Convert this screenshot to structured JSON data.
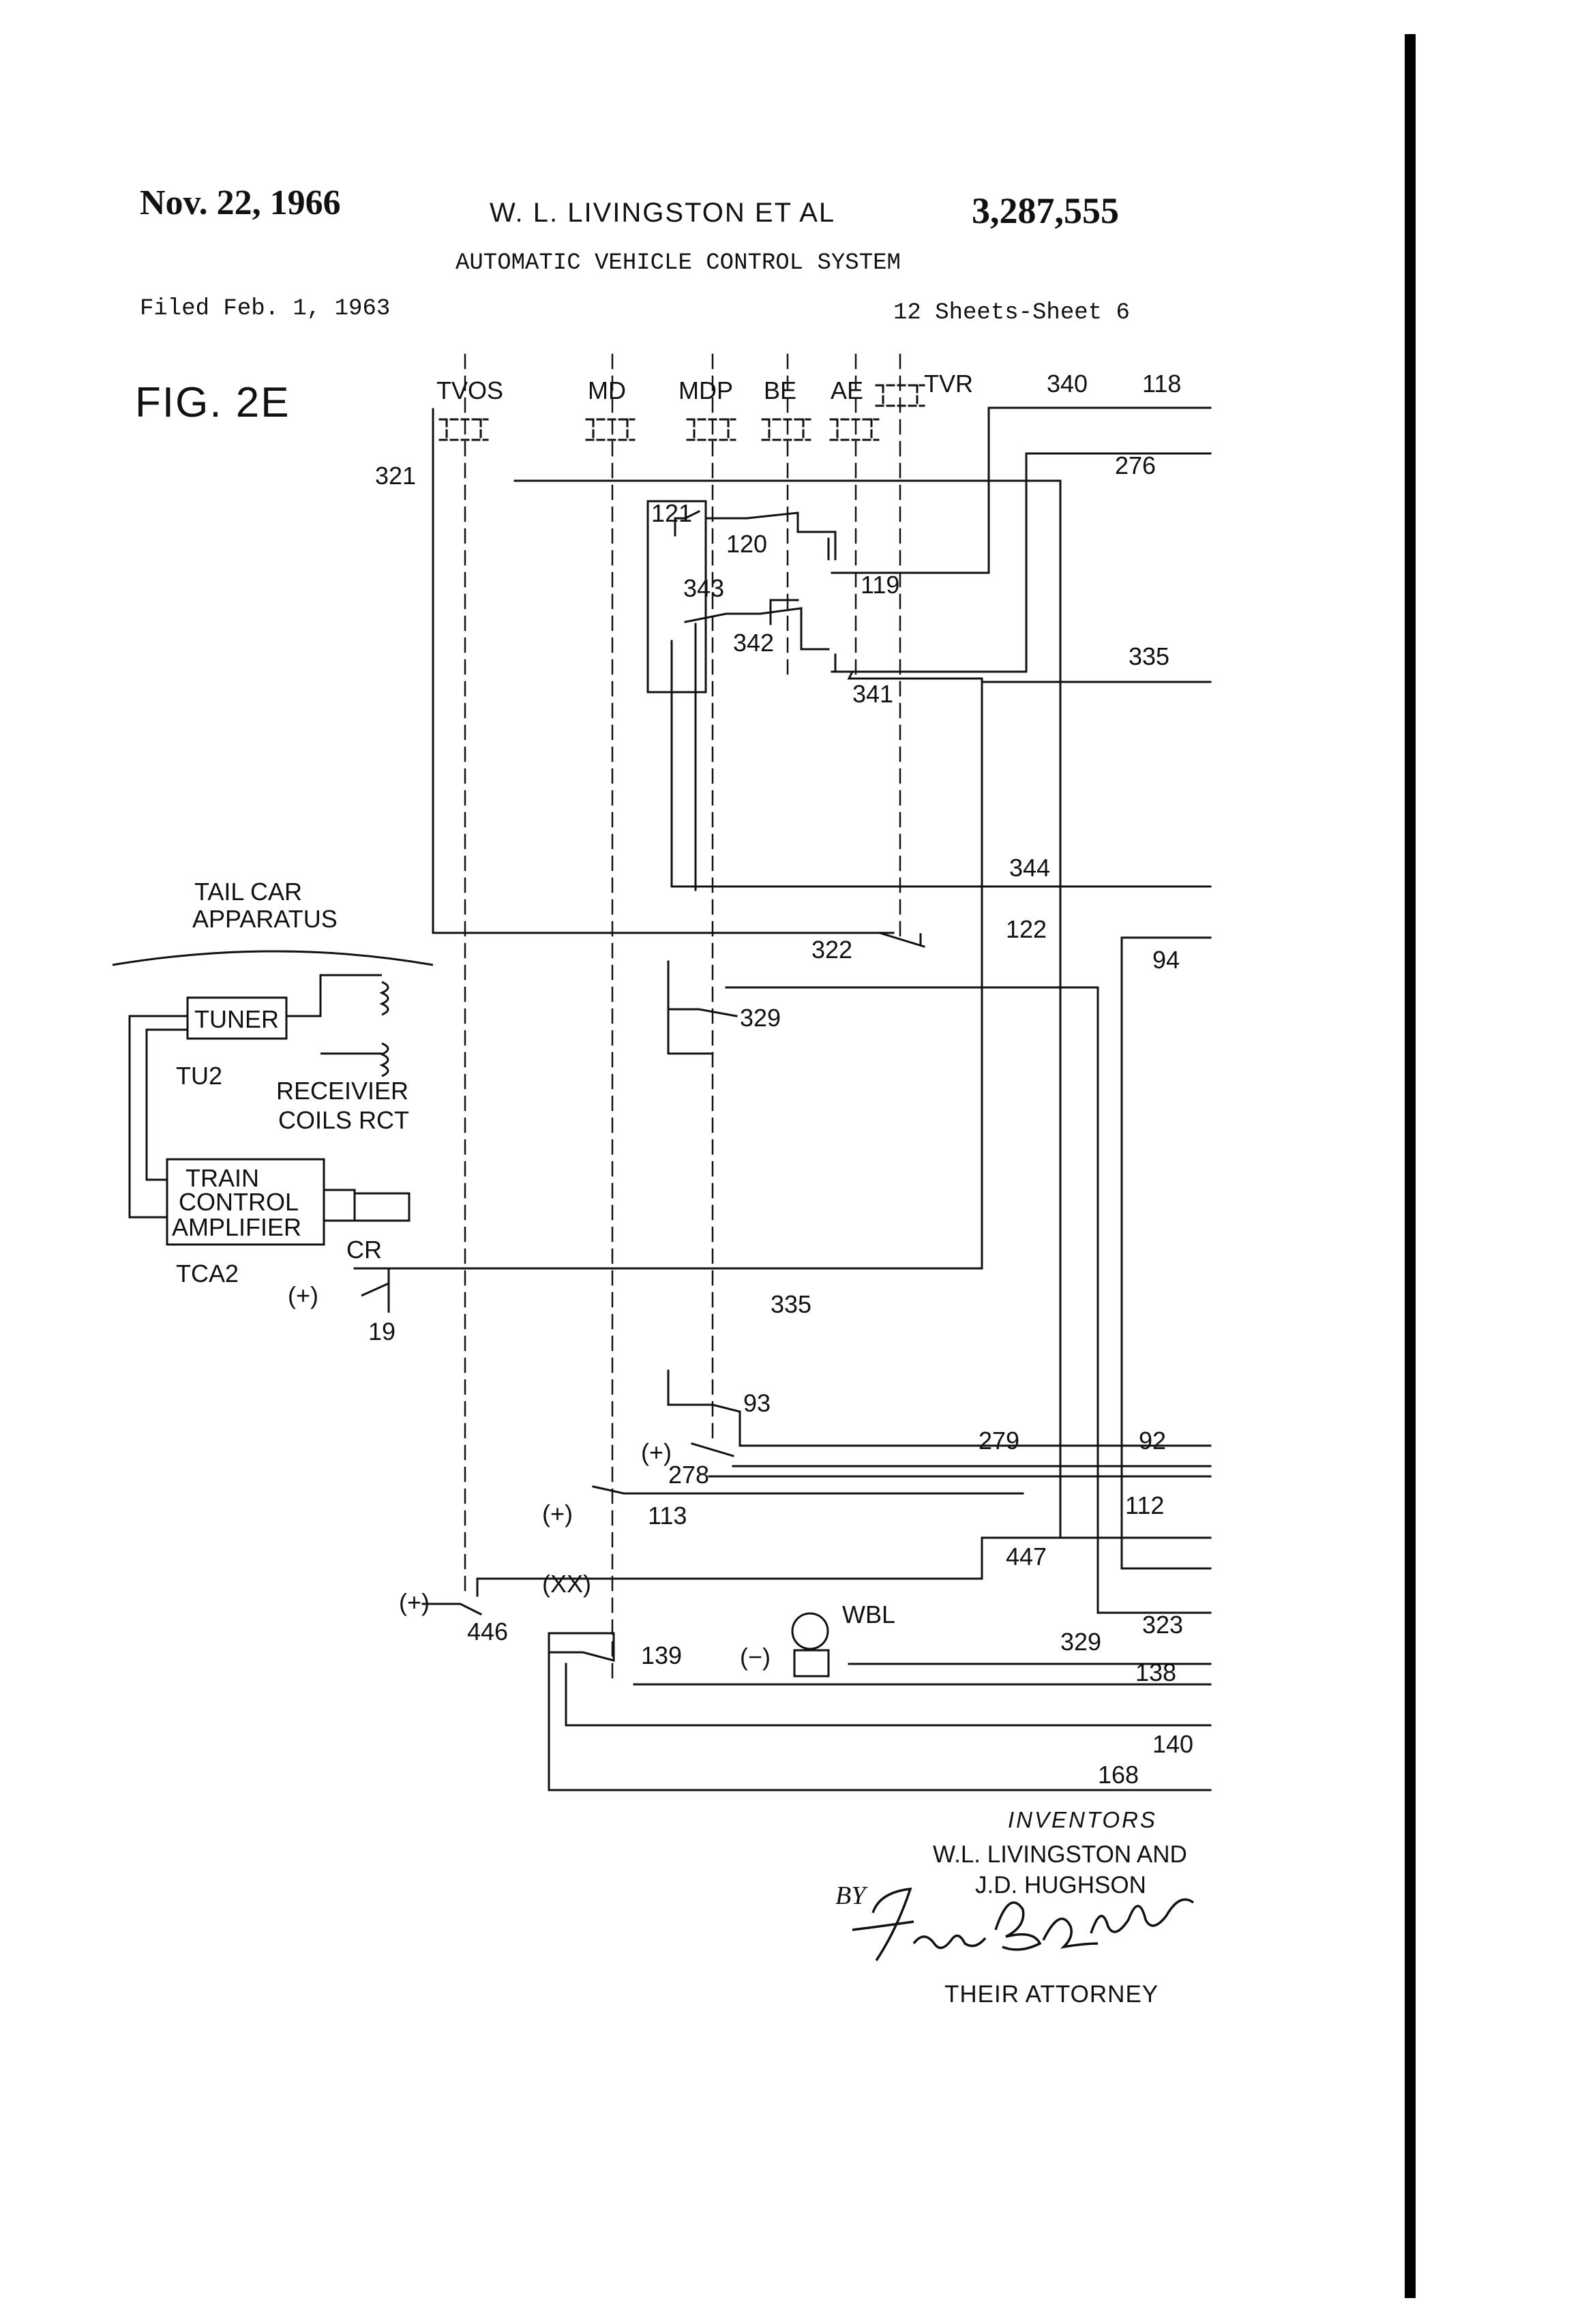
{
  "header": {
    "date": "Nov. 22, 1966",
    "authors": "W. L. LIVINGSTON ET AL",
    "patent_number": "3,287,555",
    "title": "AUTOMATIC VEHICLE CONTROL SYSTEM",
    "filed": "Filed Feb. 1, 1963",
    "sheets": "12 Sheets-Sheet 6"
  },
  "figure": {
    "label": "FIG. 2E",
    "relay_labels": {
      "tvos": "TVOS",
      "md": "MD",
      "mdp": "MDP",
      "be": "BE",
      "ae": "AE",
      "tvr": "TVR"
    },
    "wire_labels": {
      "w340": "340",
      "w118": "118",
      "w276": "276",
      "w321": "321",
      "c121": "121",
      "c120": "120",
      "c119": "119",
      "c343": "343",
      "c342": "342",
      "c341": "341",
      "w335_top": "335",
      "w344": "344",
      "w122": "122",
      "c322": "322",
      "w94": "94",
      "c329a": "329",
      "w335_mid": "335",
      "c19": "19",
      "c93": "93",
      "c278": "278",
      "w279": "279",
      "w92": "92",
      "w112": "112",
      "c113": "113",
      "w447": "447",
      "xx": "(XX)",
      "c446": "446",
      "wbl": "WBL",
      "w323": "323",
      "c139": "139",
      "w329": "329",
      "w138": "138",
      "w140": "140",
      "w168": "168"
    },
    "power_labels": {
      "plus_19": "(+)",
      "plus_278": "(+)",
      "plus_113": "(+)",
      "plus_446": "(+)",
      "minus_wbl": "(−)"
    },
    "tail_car": {
      "title_line1": "TAIL CAR",
      "title_line2": "APPARATUS",
      "tuner": "TUNER",
      "tuner_id": "TU2",
      "receiver_line1": "RECEIVIER",
      "receiver_line2": "COILS RCT",
      "amp_line1": "TRAIN",
      "amp_line2": "CONTROL",
      "amp_line3": "AMPLIFIER",
      "amp_id": "TCA2",
      "relay_cr": "CR"
    }
  },
  "inventors": {
    "heading": "INVENTORS",
    "names_line1": "W.L. LIVINGSTON AND",
    "names_line2": "J.D. HUGHSON",
    "by": "BY",
    "signature": "Forest B. Whitlock",
    "role": "THEIR ATTORNEY"
  }
}
